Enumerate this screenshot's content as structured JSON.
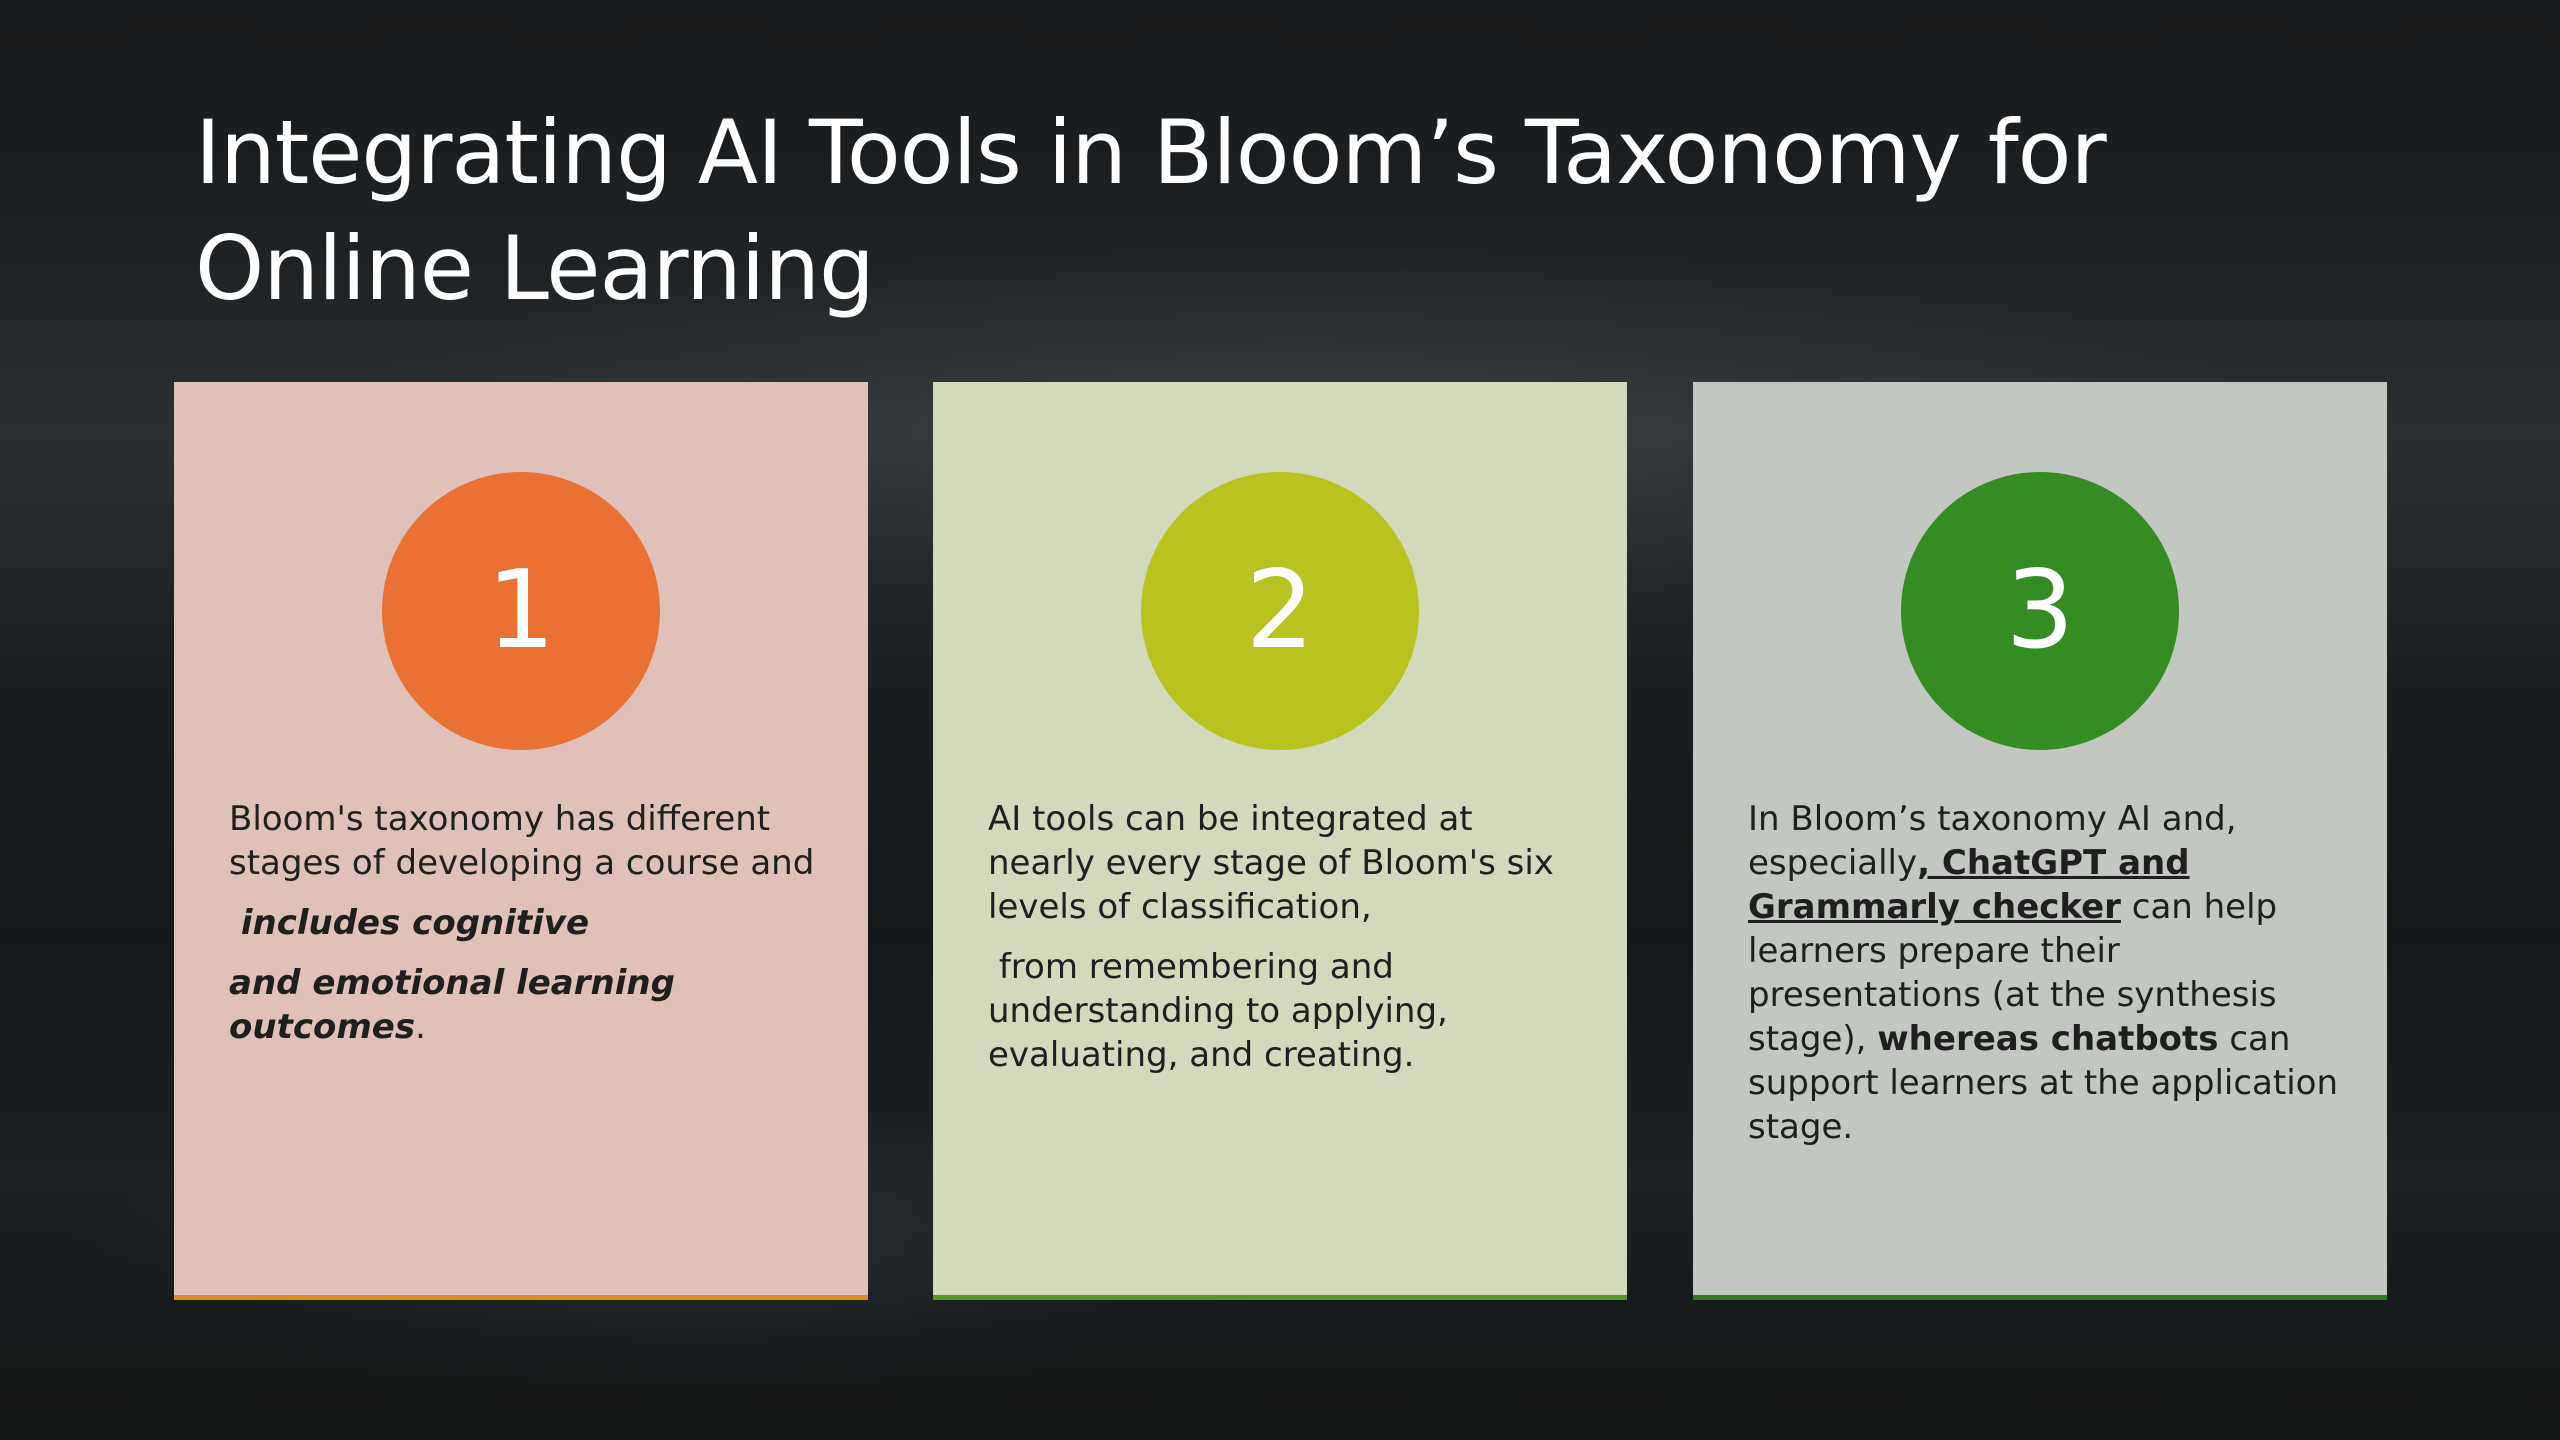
{
  "slide": {
    "title": "Integrating AI Tools in Bloom’s Taxonomy for Online Learning"
  },
  "colors": {
    "card1_bg": "#e0c1ba",
    "card1_circle": "#e97133",
    "card1_accent": "#d9901e",
    "card2_bg": "#d3d9bb",
    "card2_circle": "#b8c31f",
    "card2_accent": "#5a9a24",
    "card3_bg": "#c3c7c2",
    "card3_circle": "#348c22",
    "card3_accent": "#2f7d22"
  },
  "cards": [
    {
      "number": "1",
      "p1": "Bloom's taxonomy has different stages of developing a course and",
      "p2": " includes cognitive",
      "p3": "and emotional learning outcomes",
      "p3_end": "."
    },
    {
      "number": "2",
      "p1": "AI tools can be integrated at nearly every stage of Bloom's six levels of classification,",
      "p2": " from remembering and understanding to applying, evaluating, and creating."
    },
    {
      "number": "3",
      "t1": "In Bloom’s taxonomy AI and, especially",
      "t2": ", ChatGPT and Grammarly checker",
      "t3": " can help learners prepare their presentations (at the synthesis stage), ",
      "t4": "whereas chatbots",
      "t5": " can support learners at the application stage."
    }
  ]
}
